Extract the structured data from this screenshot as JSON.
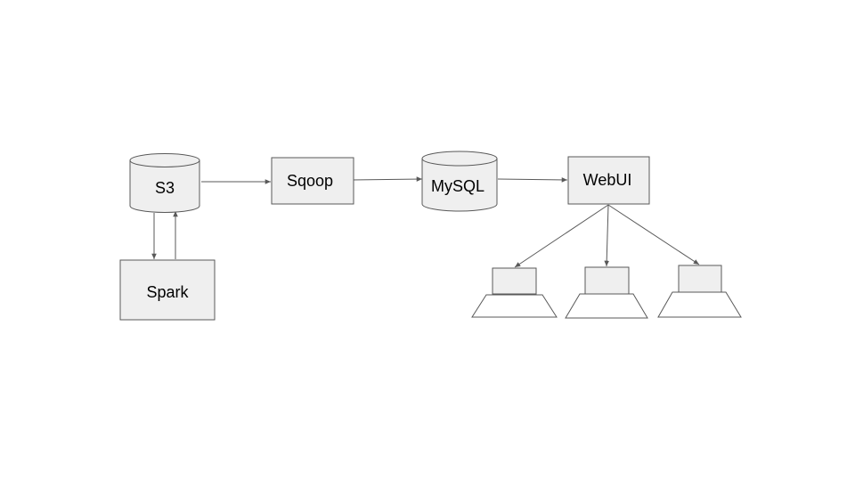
{
  "nodes": {
    "s3": {
      "label": "S3",
      "shape": "cylinder"
    },
    "sqoop": {
      "label": "Sqoop",
      "shape": "rectangle"
    },
    "mysql": {
      "label": "MySQL",
      "shape": "cylinder"
    },
    "webui": {
      "label": "WebUI",
      "shape": "rectangle"
    },
    "spark": {
      "label": "Spark",
      "shape": "rectangle"
    },
    "clients": [
      {
        "shape": "laptop"
      },
      {
        "shape": "laptop"
      },
      {
        "shape": "laptop"
      }
    ]
  },
  "edges": [
    {
      "from": "s3",
      "to": "sqoop"
    },
    {
      "from": "sqoop",
      "to": "mysql"
    },
    {
      "from": "mysql",
      "to": "webui"
    },
    {
      "from": "s3",
      "to": "spark"
    },
    {
      "from": "spark",
      "to": "s3"
    },
    {
      "from": "webui",
      "to": "client-1"
    },
    {
      "from": "webui",
      "to": "client-2"
    },
    {
      "from": "webui",
      "to": "client-3"
    }
  ],
  "colors": {
    "node_fill": "#efefef",
    "stroke": "#595959",
    "text": "#000000",
    "background": "#ffffff"
  }
}
